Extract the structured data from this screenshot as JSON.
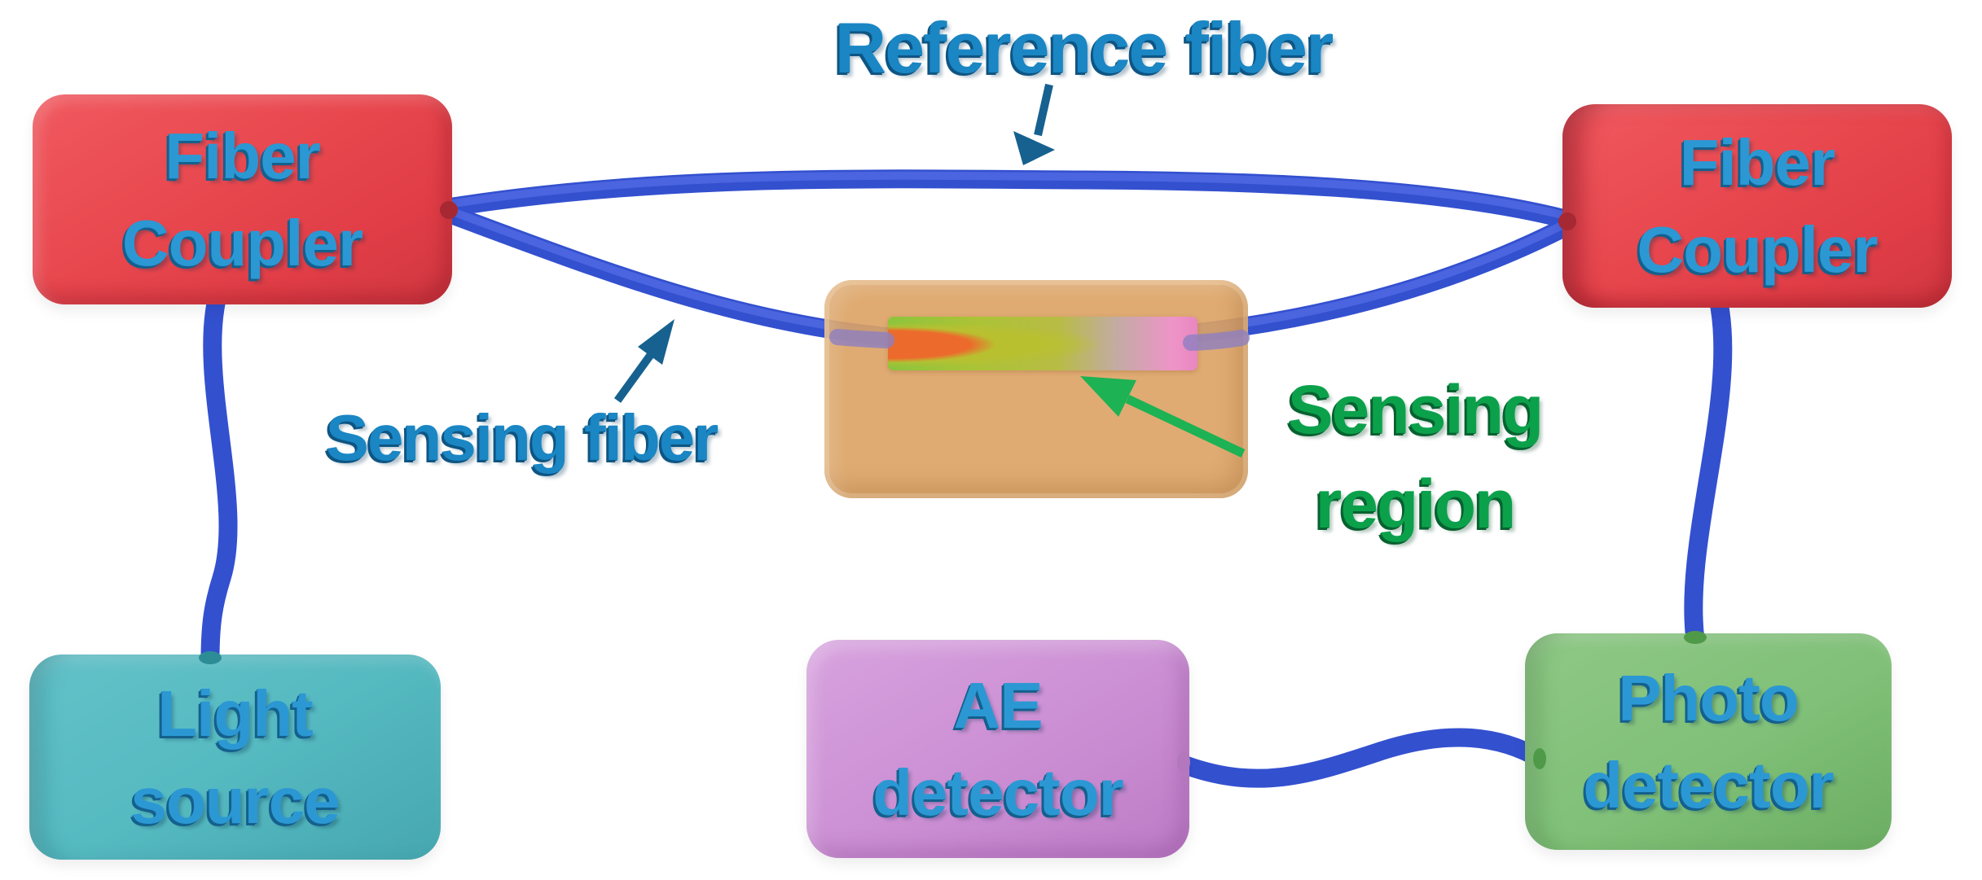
{
  "diagram": {
    "subject": "Fiber-optic interferometric acoustic-emission sensing setup",
    "background_color": "#ffffff"
  },
  "components": {
    "fiber_coupler_left": {
      "label_line1": "Fiber",
      "label_line2": "Coupler",
      "color": "#e8474e",
      "text_color": "#2b98d4"
    },
    "fiber_coupler_right": {
      "label_line1": "Fiber",
      "label_line2": "Coupler",
      "color": "#e8474e",
      "text_color": "#2b98d4"
    },
    "light_source": {
      "label_line1": "Light",
      "label_line2": "source",
      "color": "#56bac1",
      "text_color": "#2b98d4"
    },
    "ae_detector": {
      "label_line1": "AE",
      "label_line2": "detector",
      "color": "#cb8ed3",
      "text_color": "#2b98d4"
    },
    "photo_detector": {
      "label_line1": "Photo",
      "label_line2": "detector",
      "color": "#80c078",
      "text_color": "#2b98d4"
    },
    "sensing_enclosure": {
      "color": "#dba363",
      "strip_colors": [
        "#8cc43d",
        "#ec6a2c",
        "#b9c030",
        "#c3aba4",
        "#e986c1"
      ]
    }
  },
  "annotations": {
    "reference_fiber": {
      "text": "Reference fiber",
      "color": "#1a86c4",
      "arrow_color": "#16618f"
    },
    "sensing_fiber": {
      "text": "Sensing fiber",
      "color": "#1a86c4",
      "arrow_color": "#16618f"
    },
    "sensing_region": {
      "label_line1": "Sensing",
      "label_line2": "region",
      "color": "#0ba14b",
      "arrow_color": "#1db254"
    }
  },
  "fibers": {
    "color": "#3b57d7",
    "connections": [
      "fiber-coupler-left to fiber-coupler-right (reference fiber, top arc)",
      "fiber-coupler-left to fiber-coupler-right (sensing fiber, through sensing region)",
      "fiber-coupler-left to light-source",
      "fiber-coupler-right to photo-detector",
      "ae-detector to photo-detector"
    ]
  }
}
